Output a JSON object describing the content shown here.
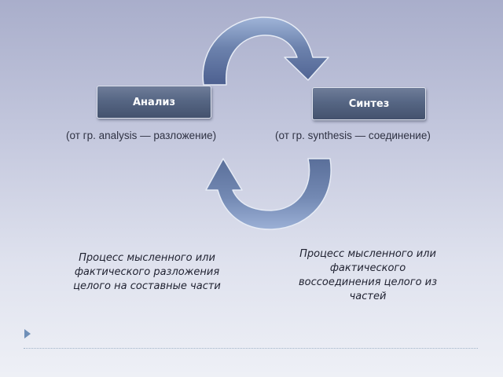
{
  "diagram": {
    "analysis": {
      "label": "Анализ",
      "etymology": "(от гр. analysis — разложение)",
      "description": "Процесс мысленного или фактического разложения целого на составные части"
    },
    "synthesis": {
      "label": "Синтез",
      "etymology": "(от гр. synthesis — соединение)",
      "description": "Процесс мысленного или фактического воссоединения целого из частей"
    }
  },
  "colors": {
    "box_fill": "#566684",
    "arrow_fill": "#5b6f97",
    "arrow_light": "#93a9d0",
    "text": "#2f3243",
    "accent": "#6f8fb8"
  }
}
